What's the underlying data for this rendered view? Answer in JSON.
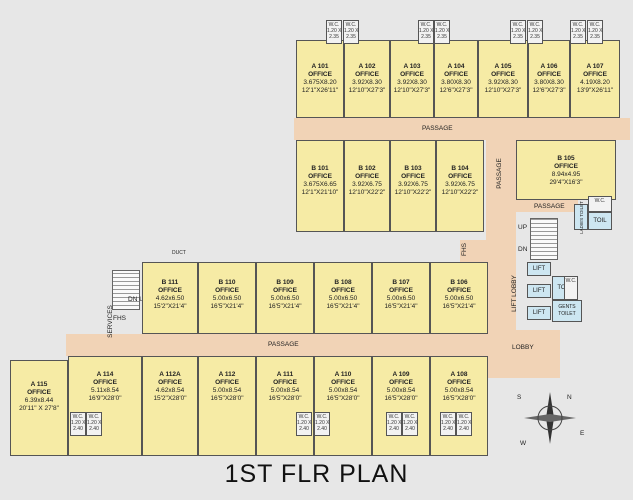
{
  "title": "1ST FLR PLAN",
  "labels": {
    "passage": "PASSAGE",
    "lobby": "LOBBY",
    "lift_lobby": "LIFT LOBBY",
    "lift": "LIFT",
    "up": "UP",
    "dn": "DN",
    "dn_up": "DN UP",
    "fhs": "FHS",
    "services": "SERVICES",
    "duct": "DUCT",
    "ladies_toilet": "LADIES TOILET",
    "gents_toilet": "GENTS TOILET",
    "toil": "TOIL",
    "wc": "W.C.",
    "compass_n": "N",
    "compass_s": "S",
    "compass_e": "E",
    "compass_w": "W"
  },
  "top_row": [
    {
      "name": "A 101",
      "use": "OFFICE",
      "metric": "3.675X8.20",
      "imperial": "12'1\"X26'11\""
    },
    {
      "name": "A 102",
      "use": "OFFICE",
      "metric": "3.92X8.30",
      "imperial": "12'10\"X27'3\""
    },
    {
      "name": "A 103",
      "use": "OFFICE",
      "metric": "3.92X8.30",
      "imperial": "12'10\"X27'3\""
    },
    {
      "name": "A 104",
      "use": "OFFICE",
      "metric": "3.80X8.30",
      "imperial": "12'6\"X27'3\""
    },
    {
      "name": "A 105",
      "use": "OFFICE",
      "metric": "3.92X8.30",
      "imperial": "12'10\"X27'3\""
    },
    {
      "name": "A 106",
      "use": "OFFICE",
      "metric": "3.80X8.30",
      "imperial": "12'6\"X27'3\""
    },
    {
      "name": "A 107",
      "use": "OFFICE",
      "metric": "4.19X8.20",
      "imperial": "13'9\"X26'11\""
    }
  ],
  "top_wc": [
    {
      "line1": "W.C.",
      "line2": "1.20 X",
      "line3": "2.35"
    },
    {
      "line1": "W.C.",
      "line2": "1.20 X",
      "line3": "2.35"
    },
    {
      "line1": "W.C.",
      "line2": "1.20 X",
      "line3": "2.35"
    },
    {
      "line1": "W.C.",
      "line2": "1.20 X",
      "line3": "2.35"
    },
    {
      "line1": "W.C.",
      "line2": "1.20 X",
      "line3": "2.35"
    },
    {
      "line1": "W.C.",
      "line2": "1.20 X",
      "line3": "2.35"
    },
    {
      "line1": "W.C.",
      "line2": "1.20 X",
      "line3": "2.35"
    },
    {
      "line1": "W.C.",
      "line2": "1.20 X",
      "line3": "2.35"
    }
  ],
  "b_top_row": [
    {
      "name": "B 101",
      "use": "OFFICE",
      "metric": "3.675X6.65",
      "imperial": "12'1\"X21'10\""
    },
    {
      "name": "B 102",
      "use": "OFFICE",
      "metric": "3.92X6.75",
      "imperial": "12'10\"X22'2\""
    },
    {
      "name": "B 103",
      "use": "OFFICE",
      "metric": "3.92X6.75",
      "imperial": "12'10\"X22'2\""
    },
    {
      "name": "B 104",
      "use": "OFFICE",
      "metric": "3.92X6.75",
      "imperial": "12'10\"X22'2\""
    }
  ],
  "b105": {
    "name": "B 105",
    "use": "OFFICE",
    "metric": "8.94x4.95",
    "imperial": "29'4\"X16'3\""
  },
  "b_mid_row": [
    {
      "name": "B 111",
      "use": "OFFICE",
      "metric": "4.62x6.50",
      "imperial": "15'2\"X21'4\""
    },
    {
      "name": "B 110",
      "use": "OFFICE",
      "metric": "5.00x6.50",
      "imperial": "16'5\"X21'4\""
    },
    {
      "name": "B 109",
      "use": "OFFICE",
      "metric": "5.00x6.50",
      "imperial": "16'5\"X21'4\""
    },
    {
      "name": "B 108",
      "use": "OFFICE",
      "metric": "5.00x6.50",
      "imperial": "16'5\"X21'4\""
    },
    {
      "name": "B 107",
      "use": "OFFICE",
      "metric": "5.00x6.50",
      "imperial": "16'5\"X21'4\""
    },
    {
      "name": "B 106",
      "use": "OFFICE",
      "metric": "5.00x6.50",
      "imperial": "16'5\"X21'4\""
    }
  ],
  "bottom_row": [
    {
      "name": "A 115",
      "use": "OFFICE",
      "metric": "6.39x8.44",
      "imperial": "20'11\" X 27'8\""
    },
    {
      "name": "A 114",
      "use": "OFFICE",
      "metric": "5.11x8.54",
      "imperial": "16'9\"X28'0\""
    },
    {
      "name": "A 112A",
      "use": "OFFICE",
      "metric": "4.62x8.54",
      "imperial": "15'2\"X28'0\""
    },
    {
      "name": "A 112",
      "use": "OFFICE",
      "metric": "5.00x8.54",
      "imperial": "16'5\"X28'0\""
    },
    {
      "name": "A 111",
      "use": "OFFICE",
      "metric": "5.00x8.54",
      "imperial": "16'5\"X28'0\""
    },
    {
      "name": "A 110",
      "use": "OFFICE",
      "metric": "5.00x8.54",
      "imperial": "16'5\"X28'0\""
    },
    {
      "name": "A 109",
      "use": "OFFICE",
      "metric": "5.00x8.54",
      "imperial": "16'5\"X28'0\""
    },
    {
      "name": "A 108",
      "use": "OFFICE",
      "metric": "5.00x8.54",
      "imperial": "16'5\"X28'0\""
    }
  ],
  "bottom_wc": [
    {
      "line1": "W.C.",
      "line2": "1.20 X",
      "line3": "2.40"
    },
    {
      "line1": "W.C.",
      "line2": "1.20 X",
      "line3": "2.40"
    },
    {
      "line1": "W.C.",
      "line2": "1.20 X",
      "line3": "2.40"
    },
    {
      "line1": "W.C.",
      "line2": "1.20 X",
      "line3": "2.40"
    },
    {
      "line1": "W.C.",
      "line2": "1.20 X",
      "line3": "2.40"
    },
    {
      "line1": "W.C.",
      "line2": "1.20 X",
      "line3": "2.40"
    },
    {
      "line1": "W.C.",
      "line2": "1.20 X",
      "line3": "2.40"
    },
    {
      "line1": "W.C.",
      "line2": "1.20 X",
      "line3": "2.40"
    }
  ]
}
